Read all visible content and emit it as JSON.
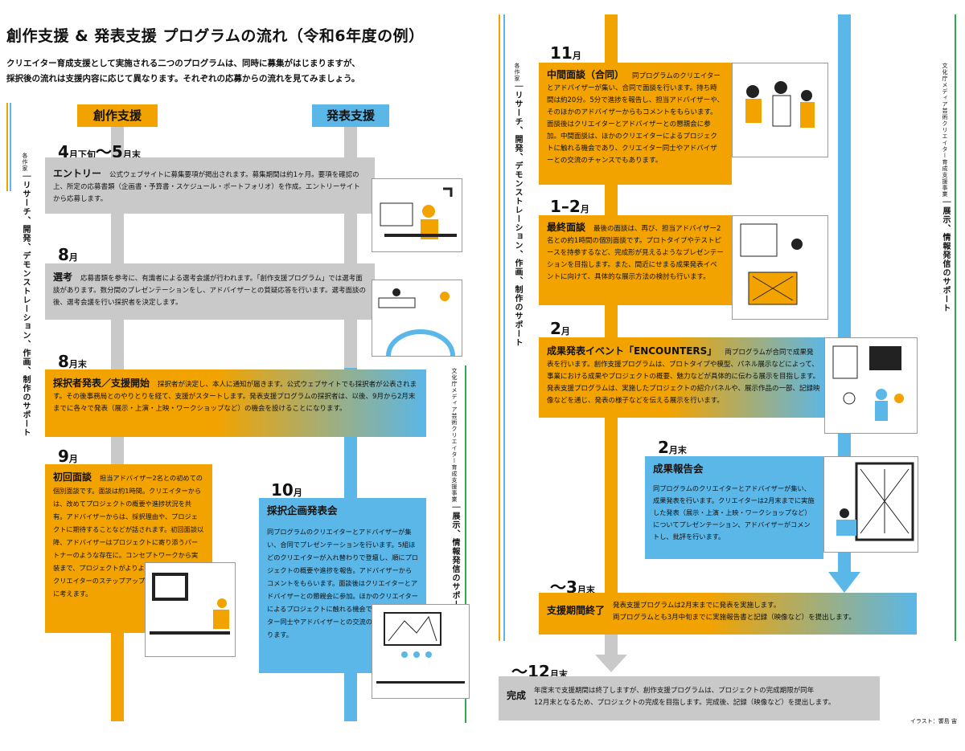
{
  "page": {
    "title": "創作支援 & 発表支援 プログラムの流れ（令和6年度の例）",
    "lead_1": "クリエイター育成支援として実施される二つのプログラムは、同時に募集がはじまりますが、",
    "lead_2": "採択後の流れは支援内容に応じて異なります。それぞれの応募からの流れを見てみましょう。",
    "credit": "イラスト：饗島 宙"
  },
  "headers": {
    "sousaku": "創作支援",
    "happyo": "発表支援"
  },
  "side_labels": {
    "left_small": "各作家",
    "left_main": "｜リサーチ、開発、デモンストレーション、作画、制作のサポート",
    "mid_small": "文化庁メディア芸術クリエイター育成支援事業",
    "mid_main": "｜展示、情報発信のサポート",
    "right_left_small": "各作家",
    "right_left_main": "｜リサーチ、開発、デモンストレーション、作画、制作のサポート",
    "right_right_small": "文化庁メディア芸術クリエイター育成支援事業",
    "right_right_main": "｜展示、情報発信のサポート"
  },
  "steps": {
    "entry": {
      "month_a": "4",
      "unit_a": "月下旬",
      "tilde": "〜",
      "month_b": "5",
      "unit_b": "月末",
      "title": "エントリー",
      "text": "公式ウェブサイトに募集要項が掲出されます。募集期間は約1ヶ月。要項を確認の上、所定の応募書類（企画書・予算書・スケジュール・ポートフォリオ）を作成。エントリーサイトから応募します。"
    },
    "senko": {
      "month": "8",
      "unit": "月",
      "title": "選考",
      "text": "応募書類を参考に、有識者による選考会議が行われます。「創作支援プログラム」では選考面談があります。数分間のプレゼンテーションをし、アドバイザーとの質疑応答を行います。選考面談の後、選考会議を行い採択者を決定します。"
    },
    "saitaku": {
      "month": "8",
      "unit": "月末",
      "title": "採択者発表／支援開始",
      "text": "採択者が決定し、本人に通知が届きます。公式ウェブサイトでも採択者が公表されます。その後事務局とのやりとりを経て、支援がスタートします。発表支援プログラムの採択者は、以後、9月から2月末までに各々で発表（展示・上演・上映・ワークショップなど）の機会を設けることになります。"
    },
    "shokai": {
      "month": "9",
      "unit": "月",
      "title": "初回面談",
      "text": "担当アドバイザー2名との初めての個別面談です。面談は約1時間。クリエイターからは、改めてプロジェクトの概要や進捗状況を共有。アドバイザーからは、採択理由や、プロジェクトに期待することなどが話されます。初回面談以降、アドバイザーはプロジェクトに寄り添うパートナーのような存在に。コンセプトワークから実装まで、プロジェクトがよりよい方向に進むよう、クリエイターのステップアップの場になるよう、共に考えます。"
    },
    "kikaku": {
      "month": "10",
      "unit": "月",
      "title": "採択企画発表会",
      "text": "同プログラムのクリエイターとアドバイザーが集い、合同でプレゼンテーションを行います。5組ほどのクリエイターが入れ替わりで登壇し、順にプロジェクトの概要や進捗を報告。アドバイザーからコメントをもらいます。面談後はクリエイターとアドバイザーとの懇親会に参加。ほかのクリエイターによるプロジェクトに触れる機会であり、クリエイター同士やアドバイザーとの交流のチャンスでもあります。"
    },
    "chukan": {
      "month": "11",
      "unit": "月",
      "title": "中間面談（合同）",
      "text": "同プログラムのクリエイターとアドバイザーが集い、合同で面談を行います。持ち時間は約20分。5分で進捗を報告し、担当アドバイザーや、そのほかのアドバイザーからもコメントをもらいます。面談後はクリエイターとアドバイザーとの懇親会に参加。中間面談は、ほかのクリエイターによるプロジェクトに触れる機会であり、クリエイター同士やアドバイザーとの交流のチャンスでもあります。"
    },
    "saishu": {
      "month": "1–2",
      "unit": "月",
      "title": "最終面談",
      "text": "最後の面談は、再び、担当アドバイザー2名との約1時間の個別面談です。プロトタイプやテストピースを持参するなど、完成形が見えるようなプレゼンテーションを目指します。また、間近にせまる成果発表イベントに向けて、具体的な展示方法の検討も行います。"
    },
    "seika_event": {
      "month": "2",
      "unit": "月",
      "title": "成果発表イベント「ENCOUNTERS」",
      "text": "両プログラムが合同で成果発表を行います。創作支援プログラムは、プロトタイプや模型、パネル展示などによって、事業における成果やプロジェクトの概要、魅力などが具体的に伝わる展示を目指します。発表支援プログラムは、実施したプロジェクトの紹介パネルや、展示作品の一部、記録映像などを通じ、発表の様子などを伝える展示を行います。"
    },
    "seika_report": {
      "month": "2",
      "unit": "月末",
      "title": "成果報告会",
      "text": "同プログラムのクリエイターとアドバイザーが集い、成果発表を行います。クリエイターは2月末までに実施した発表（展示・上演・上映・ワークショップなど）についてプレゼンテーション、アドバイザーがコメントし、批評を行います。"
    },
    "shuryo": {
      "tilde": "〜",
      "month": "3",
      "unit": "月末",
      "title": "支援期間終了",
      "text_1": "発表支援プログラムは2月末までに発表を実施します。",
      "text_2": "両プログラムとも3月中旬までに実施報告書と記録（映像など）を提出します。"
    },
    "kansei": {
      "tilde": "〜",
      "month": "12",
      "unit": "月末",
      "title": "完成",
      "text_1": "年度末で支援期間は終了しますが、創作支援プログラムは、プロジェクトの完成期限が同年",
      "text_2": "12月末となるため、プロジェクトの完成を目指します。完成後、記録（映像など）を提出します。"
    }
  },
  "colors": {
    "orange": "#f2a300",
    "blue": "#5ab7e8",
    "gray": "#c9c9c9",
    "green": "#2fa84f"
  }
}
